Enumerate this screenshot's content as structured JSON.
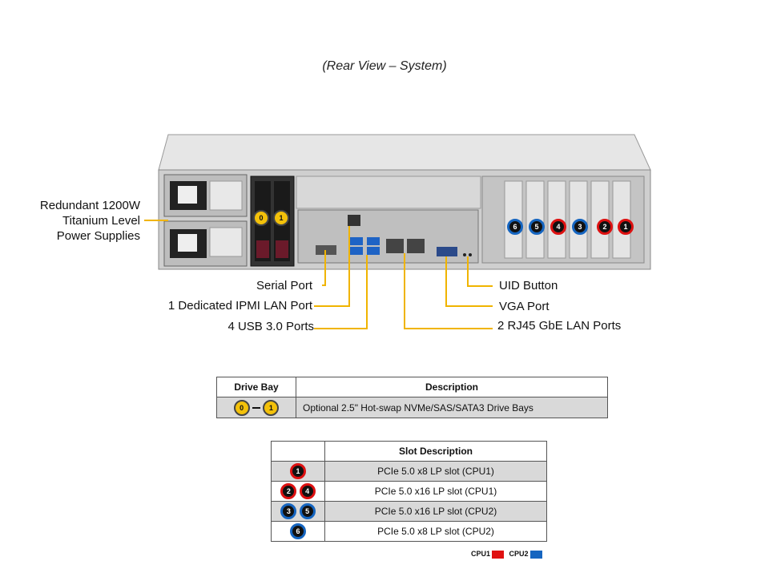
{
  "caption": "(Rear View – System)",
  "callouts": {
    "psu": [
      "Redundant 1200W",
      "Titanium Level",
      "Power Supplies"
    ],
    "serial": "Serial Port",
    "ipmi": "1 Dedicated IPMI LAN Port",
    "usb": "4 USB 3.0 Ports",
    "uid": "UID Button",
    "vga": "VGA Port",
    "lan": "2 RJ45 GbE LAN Ports"
  },
  "slot_badges": [
    "6",
    "5",
    "4",
    "3",
    "2",
    "1"
  ],
  "drive_badges": [
    "0",
    "1"
  ],
  "drive_table": {
    "headers": [
      "Drive Bay",
      "Description"
    ],
    "badges": [
      "0",
      "1"
    ],
    "description": "Optional 2.5\" Hot-swap NVMe/SAS/SATA3 Drive Bays"
  },
  "slot_table": {
    "header": "Slot Description",
    "rows": [
      {
        "badges": [
          "1"
        ],
        "text": "PCIe 5.0 x8 LP slot (CPU1)"
      },
      {
        "badges": [
          "2",
          "4"
        ],
        "text": "PCIe 5.0 x16 LP slot (CPU1)"
      },
      {
        "badges": [
          "3",
          "5"
        ],
        "text": "PCIe 5.0 x16 LP slot (CPU2)"
      },
      {
        "badges": [
          "6"
        ],
        "text": "PCIe 5.0 x8 LP slot (CPU2)"
      }
    ]
  },
  "legend": {
    "cpu1": "CPU1",
    "cpu2": "CPU2"
  },
  "colors": {
    "cpu1": "#e01010",
    "cpu2": "#1565c0",
    "callout_line": "#f0b400",
    "drive_badge": "#f3c10a"
  }
}
